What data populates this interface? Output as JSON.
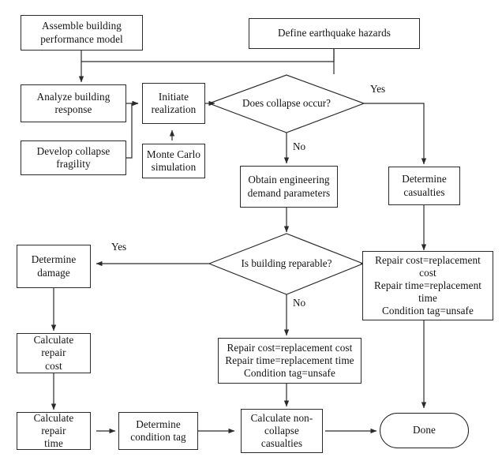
{
  "diagram": {
    "title": "Earthquake building performance assessment flowchart",
    "stroke_color": "#2b2b2b",
    "text_color": "#121212",
    "background": "#ffffff"
  },
  "nodes": {
    "assemble_model": "Assemble building\nperformance model",
    "define_hazards": "Define earthquake hazards",
    "analyze_response": "Analyze building\nresponse",
    "initiate_realization": "Initiate\nrealization",
    "collapse_decision": "Does collapse occur?",
    "develop_fragility": "Develop collapse\nfragility",
    "monte_carlo": "Monte Carlo\nsimulation",
    "obtain_edp": "Obtain engineering\ndemand parameters",
    "determine_casualties": "Determine\ncasualties",
    "reparable_decision": "Is building reparable?",
    "determine_damage": "Determine\ndamage",
    "collapse_replacement": "Repair cost=replacement\ncost\nRepair time=replacement\ntime\nCondition tag=unsafe",
    "calculate_repair_cost": "Calculate repair\ncost",
    "irreparable_replacement": "Repair cost=replacement cost\nRepair time=replacement time\nCondition tag=unsafe",
    "calculate_repair_time": "Calculate repair\ntime",
    "determine_condition_tag": "Determine\ncondition tag",
    "calculate_noncollapse": "Calculate non-\ncollapse\ncasualties",
    "done": "Done"
  },
  "edge_labels": {
    "collapse_yes": "Yes",
    "collapse_no": "No",
    "reparable_yes": "Yes",
    "reparable_no": "No"
  }
}
